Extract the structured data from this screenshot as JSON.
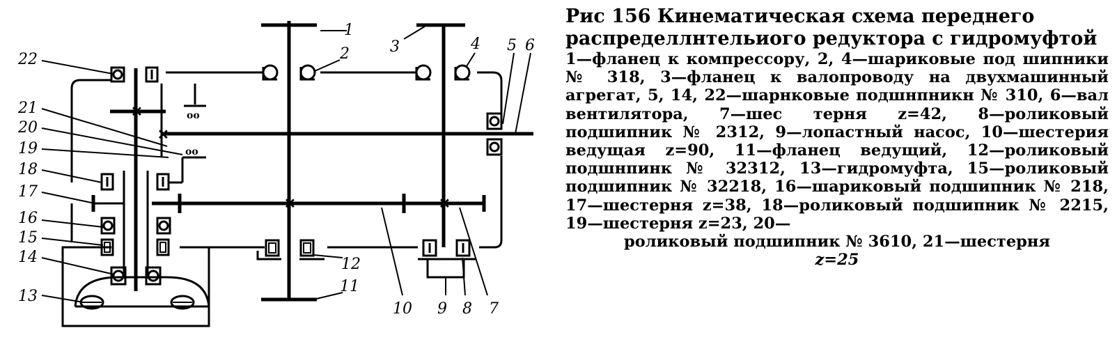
{
  "caption": {
    "title_line1": "Рис  156  Кинематическая  схема  переднего",
    "title_line2": "распределлнтельиого редуктора с гидромуфтой",
    "body": "1—фланец к компрессору, 2, 4—шариковые под шипники № 318, 3—фланец к валопроводу на двухмашинный агрегат, 5, 14, 22—шарнковые подшнпникн № 310, 6—вал вентилятора, 7—шес терня z=42, 8—роликовый подшипник № 2312, 9—лопастный насос, 10—шестерия ведущая z=90, 11—фланец ведущий, 12—роликовый подшнпинк № 32312, 13—гидромуфта, 15—роликовый подшипник № 32218, 16—шариковый подшипник № 218, 17—шестерня z=38, 18—роликовый подшипник № 2215, 19—шестерня z=23, 20—",
    "tail_line1": "роликовый подшипник № 3610, 21—шестерня",
    "tail_line2": "z=25"
  },
  "labels": {
    "n1": "1",
    "n2": "2",
    "n3": "3",
    "n4": "4",
    "n5": "5",
    "n6": "6",
    "n7": "7",
    "n8": "8",
    "n9": "9",
    "n10": "10",
    "n11": "11",
    "n12": "12",
    "n13": "13",
    "n14": "14",
    "n15": "15",
    "n16": "16",
    "n17": "17",
    "n18": "18",
    "n19": "19",
    "n20": "20",
    "n21": "21",
    "n22": "22"
  }
}
